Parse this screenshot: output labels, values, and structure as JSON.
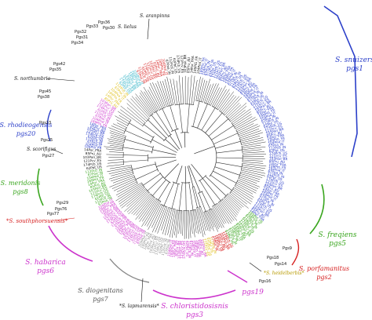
{
  "tree": {
    "colors": {
      "branch": "#333333",
      "blue": "#2b3fc9",
      "green": "#3aa61f",
      "magenta": "#cc33cc",
      "purple": "#8a2be2",
      "red": "#d62020",
      "cyan": "#37b5c8",
      "yellow": "#e0c020",
      "gray": "#888888",
      "black": "#111111"
    },
    "groups": [
      {
        "id": "pgs1",
        "species": "S. snuizers",
        "tag": "pgs1",
        "color": "#2b3fc9"
      },
      {
        "id": "pgs5",
        "species": "S. freqiens",
        "tag": "pgs5",
        "color": "#3aa61f"
      },
      {
        "id": "pgs2",
        "species": "S. porfamanitus",
        "tag": "pgs2",
        "color": "#d62020"
      },
      {
        "id": "pgs3",
        "species": "S. chloristidosisnis",
        "tag": "pgs3",
        "color": "#cc33cc"
      },
      {
        "id": "pgs19",
        "species": "",
        "tag": "pgs19",
        "color": "#cc33cc"
      },
      {
        "id": "pgs7",
        "species": "S. diogenitans",
        "tag": "pgs7",
        "color": "#888888"
      },
      {
        "id": "pgs6",
        "species": "S. habarica",
        "tag": "pgs6",
        "color": "#cc33cc"
      },
      {
        "id": "pgs8",
        "species": "S. meridonis",
        "tag": "pgs8",
        "color": "#3aa61f"
      },
      {
        "id": "pgs20",
        "species": "S. rhodieogensis",
        "tag": "pgs20",
        "color": "#2b3fc9"
      }
    ],
    "small_labels": [
      {
        "text": "S. aranpinns",
        "color": "#111111"
      },
      {
        "text": "S. lielus",
        "color": "#111111"
      },
      {
        "text": "S. northumbria",
        "color": "#111111"
      },
      {
        "text": "S. scorifigus",
        "color": "#111111"
      },
      {
        "text": "*S. southphorsuensis*",
        "color": "#d62020"
      },
      {
        "text": "*S. lapmarensis*",
        "color": "#111111"
      },
      {
        "text": "*S. heidelberbis*",
        "color": "#e0c020"
      }
    ],
    "pgs_tags": [
      "Pgs32",
      "Pgs31",
      "Pgs33",
      "Pgs34",
      "Pgs36",
      "Pgs30",
      "Pgs42",
      "Pgs35",
      "Pgs45",
      "Pgs38",
      "Pgs23",
      "Pgs25",
      "Pgs27",
      "Pgs29",
      "Pgs76",
      "Pgs77",
      "Pgs9",
      "Pgs18",
      "Pgs14",
      "Pgs16"
    ],
    "tip_samples": [
      "189Pto_FR",
      "104Poa_IT",
      "67Poa_IN",
      "112Pcb_IN",
      "62Pbt_US",
      "174Pcb_US",
      "121Pcv_ES",
      "103Pan_BR",
      "85Pru_AU",
      "14Por_FRA"
    ]
  }
}
